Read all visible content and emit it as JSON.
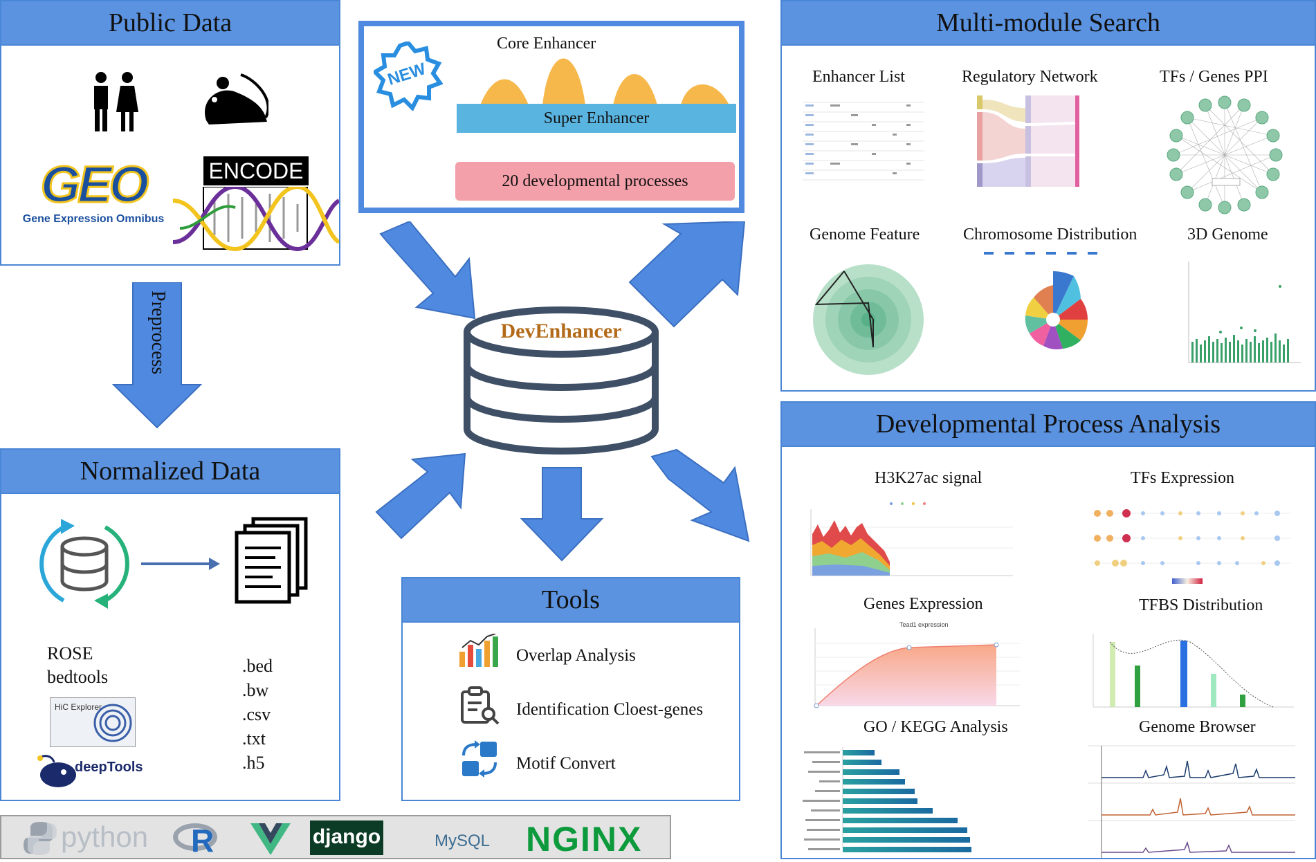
{
  "public_data": {
    "title": "Public Data",
    "geo_logo": "GEO",
    "geo_caption": "Gene Expression Omnibus",
    "encode_logo": "ENCODE"
  },
  "preprocess": {
    "label": "Preprocess"
  },
  "normalized_data": {
    "title": "Normalized Data",
    "tools": [
      "ROSE",
      "bedtools"
    ],
    "hic_logo": "HiC Explorer",
    "deeptools_logo": "deepTools",
    "formats": [
      ".bed",
      ".bw",
      ".csv",
      ".txt",
      ".h5"
    ]
  },
  "center": {
    "new_badge": "NEW",
    "core_enhancer": "Core Enhancer",
    "super_enhancer": "Super Enhancer",
    "processes": "20 developmental processes",
    "database": "DevEnhancer"
  },
  "tools": {
    "title": "Tools",
    "items": [
      "Overlap Analysis",
      "Identification Cloest-genes",
      "Motif Convert"
    ]
  },
  "multi_module": {
    "title": "Multi-module Search",
    "modules": [
      "Enhancer List",
      "Regulatory Network",
      "TFs / Genes PPI",
      "Genome Feature",
      "Chromosome Distribution",
      "3D Genome"
    ]
  },
  "dev_process": {
    "title": "Developmental Process Analysis",
    "modules": [
      "H3K27ac signal",
      "TFs Expression",
      "Genes Expression",
      "TFBS Distribution",
      "GO / KEGG Analysis",
      "Genome Browser"
    ],
    "genes_chart_title": "Tead1 expression"
  },
  "tech_stack": [
    "python",
    "R",
    "Vue",
    "django",
    "MySQL",
    "NGINX"
  ],
  "colors": {
    "panel_head": "#5b93e0",
    "arrow": "#4f8ae0",
    "super_enhancer": "#5ab4e0",
    "processes": "#f4a0aa",
    "peaks": "#f6b84b"
  }
}
